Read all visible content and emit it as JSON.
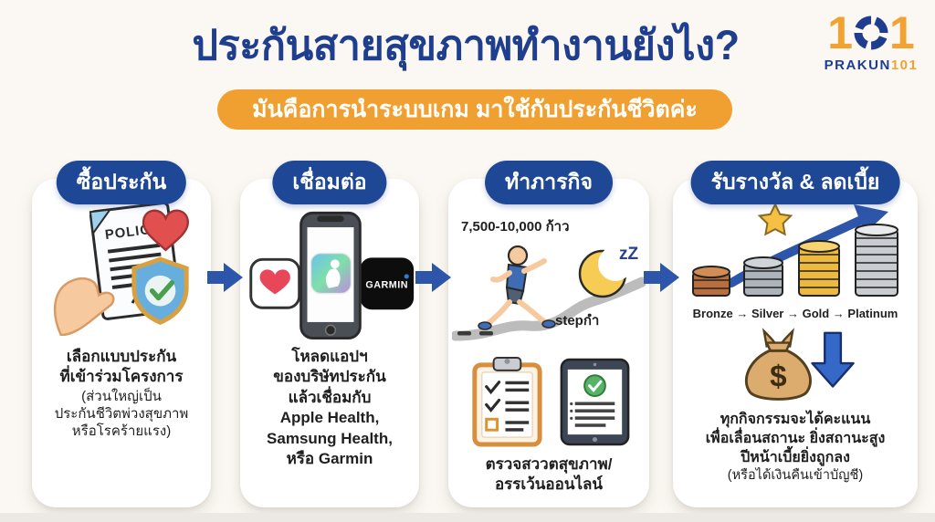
{
  "colors": {
    "title_blue": "#1f3e8e",
    "pill_blue": "#1e4796",
    "orange": "#f0a030",
    "arrow_blue": "#2d55aa"
  },
  "header": {
    "title": "ประกันสายสุขภาพทำงานยังไง?",
    "banner": "มันคือการนำระบบเกม มาใช้กับประกันชีวิตค่ะ"
  },
  "logo": {
    "one_left": "1",
    "one_right": "1",
    "wordmark_blue": "PRAKUN",
    "wordmark_orange": "101"
  },
  "steps": [
    {
      "title": "ซื้อประกัน",
      "policy_label": "POLICY",
      "bold_lines": [
        "เลือกแบบประกัน",
        "ที่เข้าร่วมโครงการ"
      ],
      "normal_lines": [
        "(ส่วนใหญ่เป็น",
        "ประกันชีวิตพ่วงสุขภาพ",
        "หรือโรคร้ายแรง)"
      ]
    },
    {
      "title": "เชื่อมต่อ",
      "garmin_label": "GARMIN",
      "bold_lines": [
        "โหลดแอปฯ",
        "ของบริษัทประกัน",
        "แล้วเชื่อมกับ",
        "Apple Health,",
        "Samsung Health,",
        "หรือ Garmin"
      ]
    },
    {
      "title": "ทำภารกิจ",
      "steps_range_label": "7,500-10,000 ก้าว",
      "sleep_label": "zZ",
      "step_caption": "stepกำ",
      "bold_lines": [
        "ตรวจสววตสุขภาพ/",
        "อรรเว้นออนไลน์"
      ]
    },
    {
      "title": "รับรางวัล & ลดเบี้ย",
      "tier_label": "Bronze → Silver → Gold → Platinum",
      "money_symbol": "$",
      "bold_lines": [
        "ทุกกิจกรรมจะได้คะแนน",
        "เพื่อเลื่อนสถานะ ยิ่งสถานะสูง",
        "ปีหน้าเบี้ยยิ่งถูกลง"
      ],
      "normal_lines": [
        "(หรือได้เงินคืนเข้าบัญชี)"
      ]
    }
  ]
}
